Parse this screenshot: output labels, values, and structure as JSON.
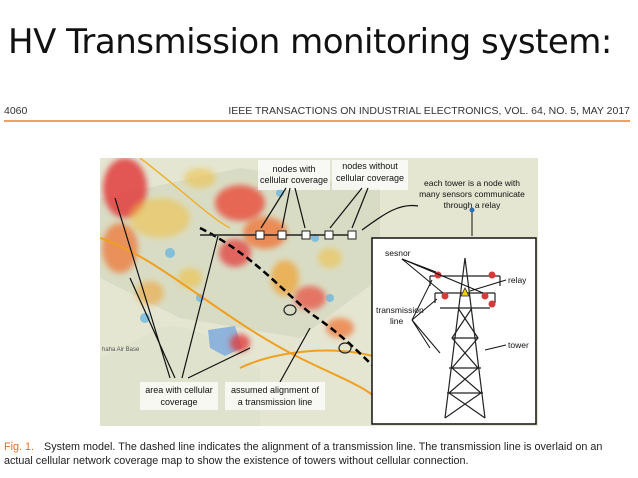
{
  "slide": {
    "title": "HV Transmission monitoring system:"
  },
  "journal_header": {
    "page_number": "4060",
    "journal": "IEEE TRANSACTIONS ON INDUSTRIAL ELECTRONICS, VOL. 64, NO. 5, MAY 2017"
  },
  "figure": {
    "labels": {
      "nodes_with_1": "nodes with",
      "nodes_with_2": "cellular coverage",
      "nodes_without_1": "nodes without",
      "nodes_without_2": "cellular coverage",
      "tower_node_1": "each tower is a node with",
      "tower_node_2": "many sensors communicate",
      "tower_node_3": "through a relay",
      "area_1": "area with cellular",
      "area_2": "coverage",
      "assumed_1": "assumed alignment of",
      "assumed_2": "a transmission line",
      "map_place": "haha Air Base"
    },
    "inset": {
      "sensor": "sesnor",
      "relay": "relay",
      "transmission_1": "transmission",
      "transmission_2": "line",
      "tower": "tower"
    }
  },
  "caption": {
    "label": "Fig. 1.",
    "text": "System model. The dashed line indicates the alignment of a transmission line. The transmission line is overlaid on an actual cellular network coverage map to show the existence of towers without cellular connection."
  },
  "colors": {
    "accent": "#e07020",
    "rule": "#f0a060"
  }
}
